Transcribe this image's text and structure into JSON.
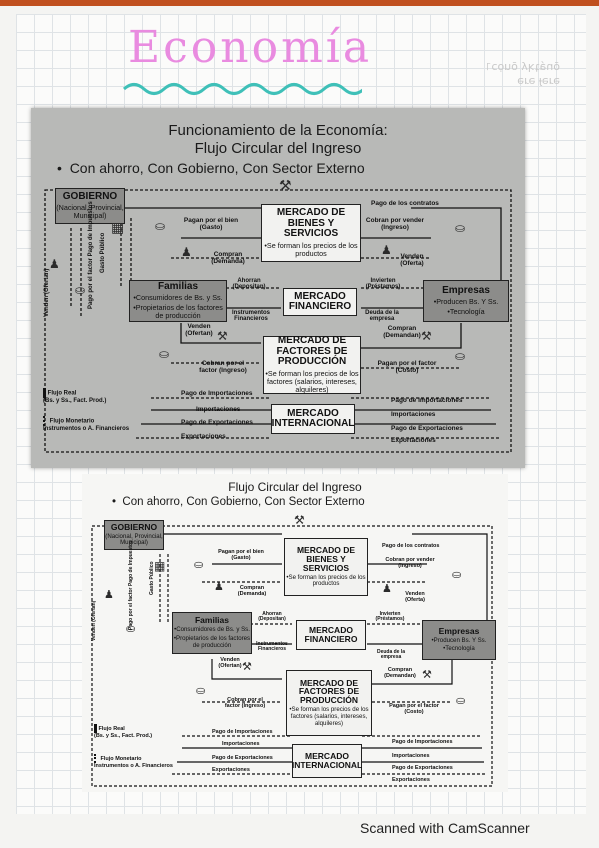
{
  "notebook": {
    "title": "Economía",
    "scanner_watermark": "Scanned with CamScanner"
  },
  "diagram": {
    "heading_line1": "Funcionamiento de la Economía:",
    "heading_line2": "Flujo Circular del Ingreso",
    "bullet": "Con ahorro, Con Gobierno, Con Sector Externo",
    "gobierno_title": "GOBIERNO",
    "gobierno_sub": "(Nacional, Provincial, Municipal)",
    "mercado_bienes_title": "MERCADO DE BIENES Y SERVICIOS",
    "mercado_bienes_sub": "•Se forman los precios de los productos",
    "familias_title": "Familias",
    "familias_sub1": "•Consumidores de Bs. y Ss.",
    "familias_sub2": "•Propietarios de los factores de producción",
    "mercado_financiero": "MERCADO FINANCIERO",
    "empresas_title": "Empresas",
    "empresas_sub1": "•Producen Bs. Y Ss.",
    "empresas_sub2": "•Tecnología",
    "mercado_factores_title": "MERCADO DE FACTORES DE PRODUCCIÓN",
    "mercado_factores_sub": "•Se forman los precios de los factores (salarios, intereses, alquileres)",
    "mercado_internacional": "MERCADO INTERNACIONAL",
    "pago_contratos": "Pago de los contratos",
    "pagan_bien": "Pagan por el bien (Gasto)",
    "cobran_vender": "Cobran por vender (Ingreso)",
    "compran_demanda": "Compran (Demanda)",
    "venden_oferta": "Venden (Oferta)",
    "ahorran": "Ahorran (Depositan)",
    "invierten": "Invierten (Préstamos)",
    "instrumentos": "Instrumentos Financieros",
    "deuda": "Deuda de la empresa",
    "venden_ofertan": "Venden (Ofertan)",
    "compran_demandan": "Compran (Demandan)",
    "cobran_factor": "Cobran por el factor (Ingreso)",
    "pagan_factor": "Pagan por el factor (Costo)",
    "pago_importaciones": "Pago de Importaciones",
    "importaciones": "Importaciones",
    "pago_exportaciones": "Pago de Exportaciones",
    "exportaciones": "Exportaciones",
    "gasto_publico": "Gasto Público",
    "pago_impuestos": "Pago por el factor Pago de Impuestos",
    "venden_ofertan_left": "Venden (Ofertan)",
    "legend_real_line1": "Flujo Real",
    "legend_real_line2": "(Bs. y Ss., Fact. Prod.)",
    "legend_monetario_line1": "Flujo Monetario",
    "legend_monetario_line2": "Instrumentos o A. Financieros"
  },
  "print": {
    "heading": "Flujo Circular del Ingreso",
    "bullet": "Con ahorro, Con Gobierno, Con Sector Externo",
    "legend_real_line2": "(Bs. y Ss., Fact. Prod.)",
    "legend_monetario_line2": "Instrumentos o A. Financieros"
  },
  "colors": {
    "title_pink": "#e98be0",
    "wave_teal": "#3fc0b8",
    "box_grey": "#8c8c8a"
  }
}
